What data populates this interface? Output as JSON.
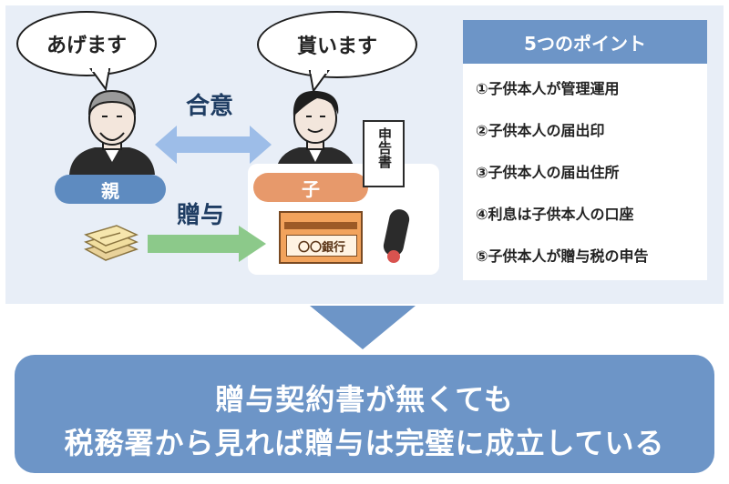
{
  "bubbles": {
    "parent_says": "あげます",
    "child_says": "貰います"
  },
  "labels": {
    "agreement": "合意",
    "gift": "贈与",
    "parent": "親",
    "child": "子",
    "tax_form": "申告書",
    "bank": "〇〇銀行"
  },
  "points": {
    "title": "5つのポイント",
    "items": [
      "①子供本人が管理運用",
      "②子供本人の届出印",
      "③子供本人の届出住所",
      "④利息は子供本人の口座",
      "⑤子供本人が贈与税の申告"
    ]
  },
  "conclusion": {
    "line1": "贈与契約書が無くても",
    "line2": "税務署から見れば贈与は完璧に成立している"
  },
  "colors": {
    "panel_bg": "#e8eef7",
    "accent_blue": "#6d95c7",
    "pill_blue": "#5e8bc0",
    "pill_orange": "#e7996b",
    "arrow_blue": "#9dbde8",
    "arrow_green": "#8cc98a",
    "text_dark": "#1f3d63"
  }
}
